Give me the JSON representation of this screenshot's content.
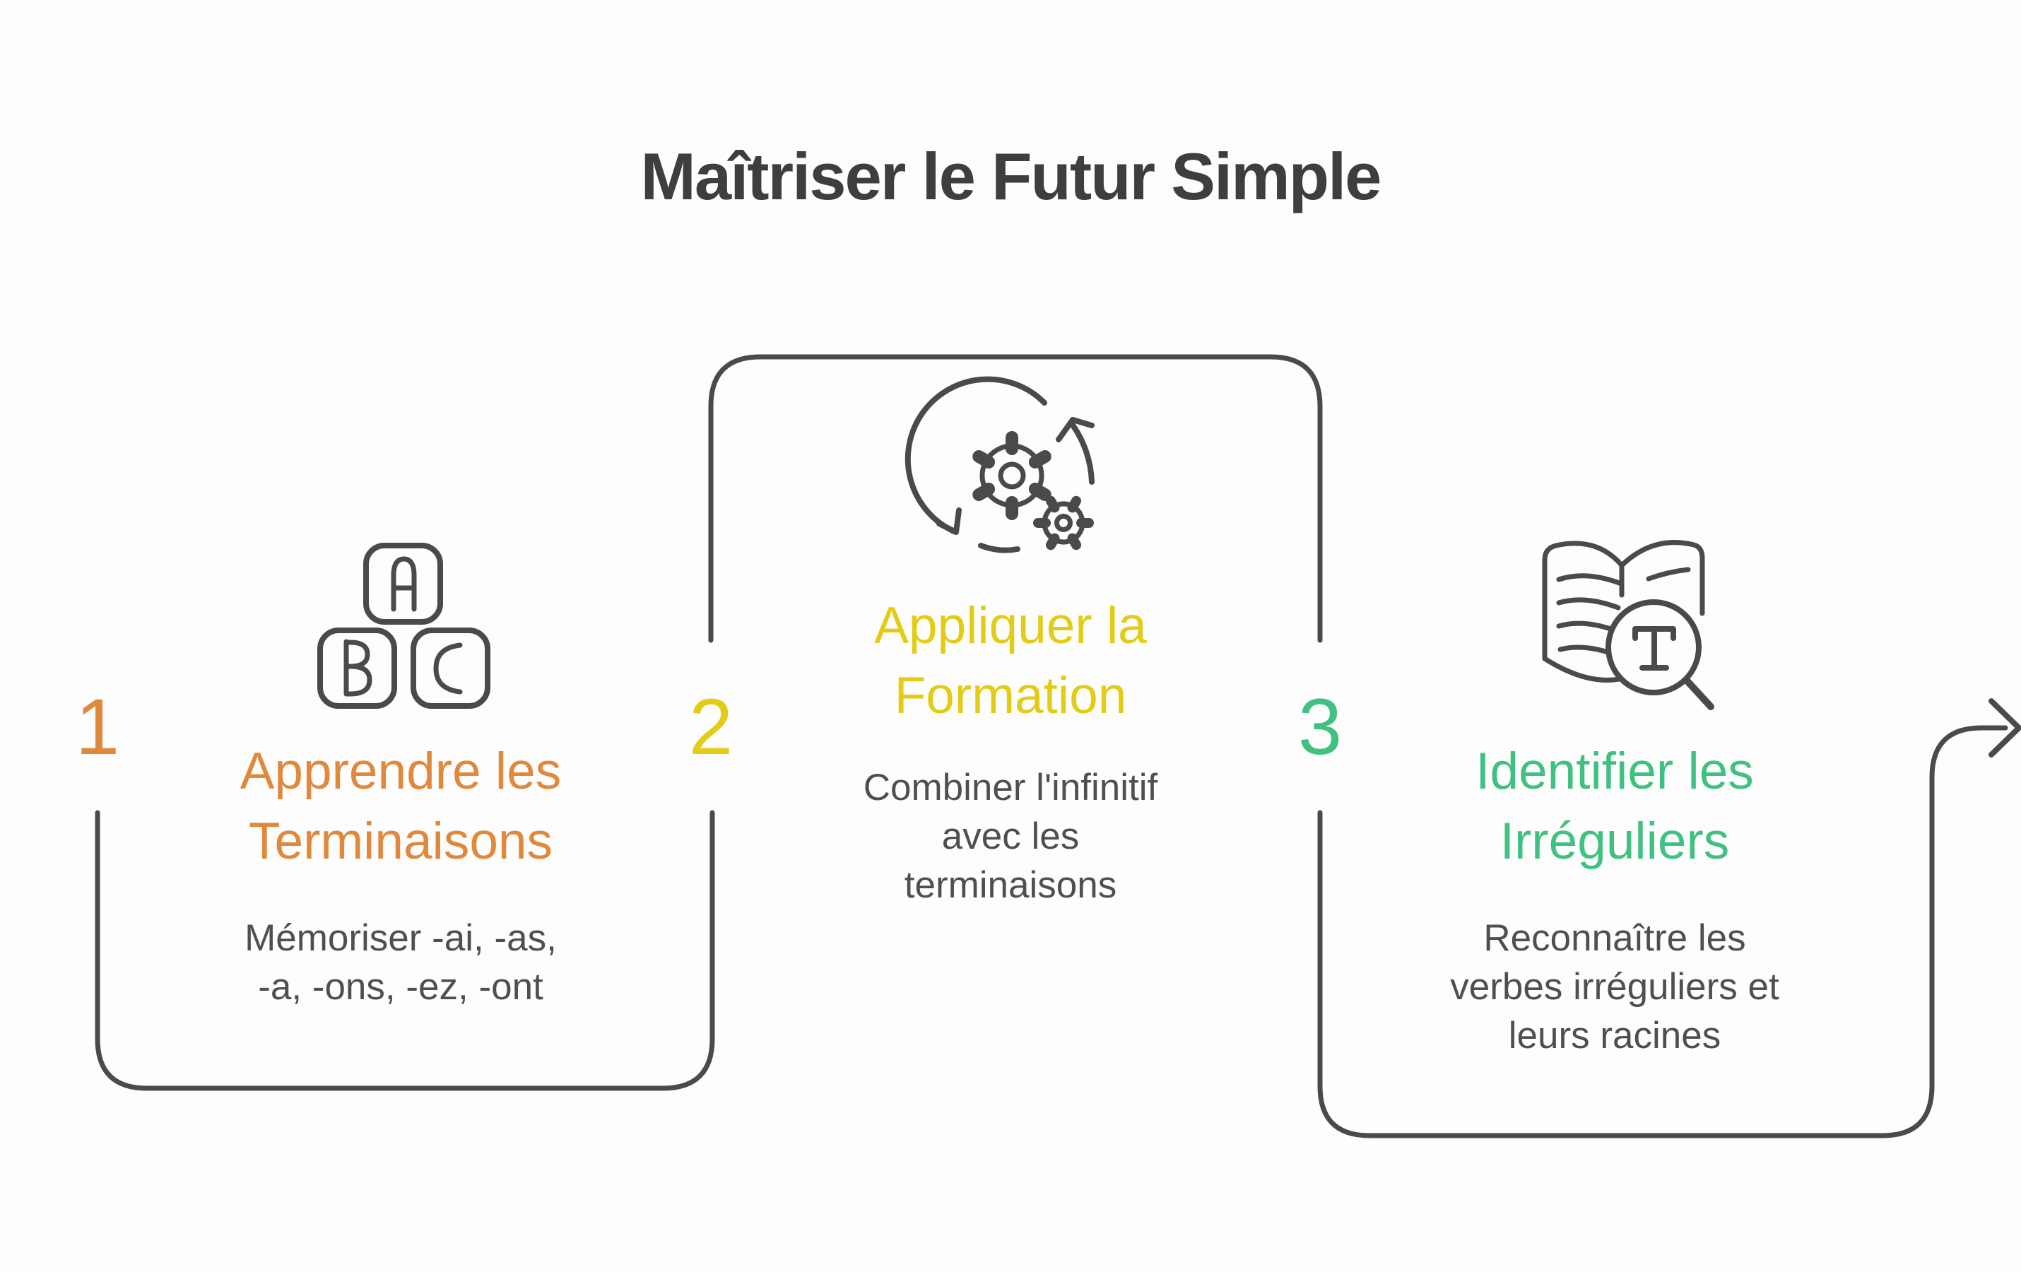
{
  "title": "Maîtriser le Futur Simple",
  "colors": {
    "bg": "#FDFDFD",
    "line": "#4A4A4A",
    "title": "#3E3E3E",
    "body": "#4F4F4F"
  },
  "flow": {
    "direction": "left-to-right",
    "connector_style": "rounded-snake-path",
    "exit": "arrow-right"
  },
  "steps": [
    {
      "number": "1",
      "accent_color": "#E0883C",
      "icon": "abc-blocks-icon",
      "heading_lines": [
        "Apprendre les",
        "Terminaisons"
      ],
      "body_lines": [
        "Mémoriser -ai, -as,",
        "-a, -ons, -ez, -ont"
      ]
    },
    {
      "number": "2",
      "accent_color": "#E2CC15",
      "icon": "gears-sync-icon",
      "heading_lines": [
        "Appliquer la",
        "Formation"
      ],
      "body_lines": [
        "Combiner l'infinitif",
        "avec les",
        "terminaisons"
      ]
    },
    {
      "number": "3",
      "accent_color": "#40C182",
      "icon": "book-search-icon",
      "heading_lines": [
        "Identifier les",
        "Irréguliers"
      ],
      "body_lines": [
        "Reconnaître les",
        "verbes irréguliers et",
        "leurs racines"
      ]
    }
  ]
}
